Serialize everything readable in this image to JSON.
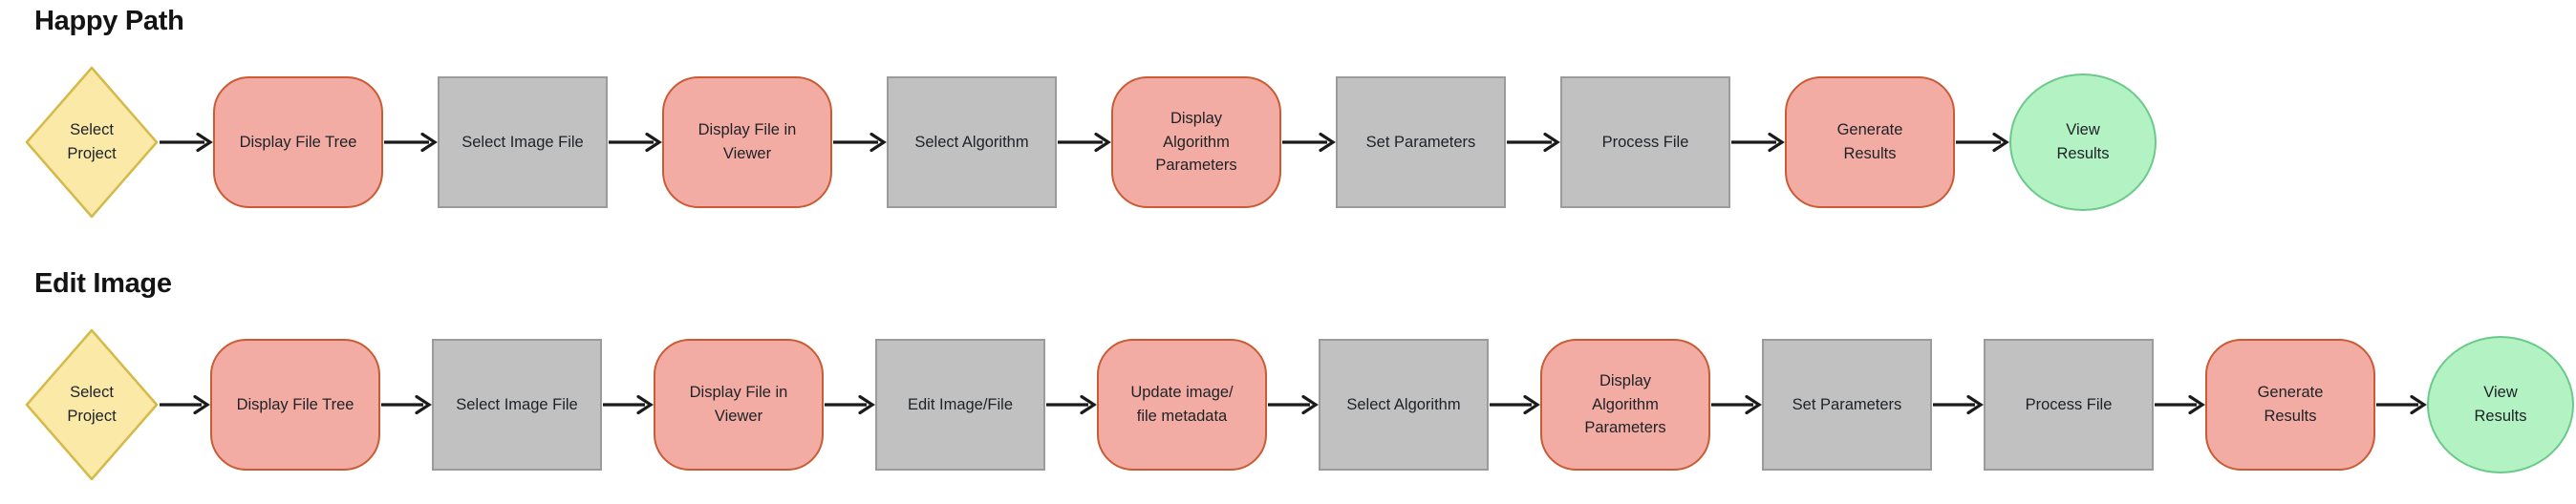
{
  "diagram_type": "flowchart",
  "colors": {
    "background": "#ffffff",
    "title_text": "#141414",
    "node_text": "#1e2227",
    "arrow": "#1a1a1a",
    "yellow_fill": "#fae9a7",
    "yellow_border": "#d4ba4a",
    "red_fill": "#f3aca3",
    "red_border": "#ca5b35",
    "gray_fill": "#c1c1c1",
    "gray_border": "#9b9b9b",
    "green_fill": "#b3f2c3",
    "green_border": "#6cc98b"
  },
  "rows": [
    {
      "title": "Happy Path",
      "nodes": [
        {
          "shape": "diamond",
          "fill": "yellow",
          "label": "Select\nProject"
        },
        {
          "shape": "rounded",
          "fill": "red",
          "label": "Display File Tree"
        },
        {
          "shape": "rect",
          "fill": "gray",
          "label": "Select Image File"
        },
        {
          "shape": "rounded",
          "fill": "red",
          "label": "Display File in\nViewer"
        },
        {
          "shape": "rect",
          "fill": "gray",
          "label": "Select Algorithm"
        },
        {
          "shape": "rounded",
          "fill": "red",
          "label": "Display\nAlgorithm\nParameters"
        },
        {
          "shape": "rect",
          "fill": "gray",
          "label": "Set Parameters"
        },
        {
          "shape": "rect",
          "fill": "gray",
          "label": "Process File"
        },
        {
          "shape": "rounded",
          "fill": "red",
          "label": "Generate\nResults"
        },
        {
          "shape": "circle",
          "fill": "green",
          "label": "View\nResults"
        }
      ]
    },
    {
      "title": "Edit Image",
      "nodes": [
        {
          "shape": "diamond",
          "fill": "yellow",
          "label": "Select\nProject"
        },
        {
          "shape": "rounded",
          "fill": "red",
          "label": "Display File Tree"
        },
        {
          "shape": "rect",
          "fill": "gray",
          "label": "Select Image File"
        },
        {
          "shape": "rounded",
          "fill": "red",
          "label": "Display File in\nViewer"
        },
        {
          "shape": "rect",
          "fill": "gray",
          "label": "Edit Image/File"
        },
        {
          "shape": "rounded",
          "fill": "red",
          "label": "Update image/\nfile metadata"
        },
        {
          "shape": "rect",
          "fill": "gray",
          "label": "Select Algorithm"
        },
        {
          "shape": "rounded",
          "fill": "red",
          "label": "Display\nAlgorithm\nParameters"
        },
        {
          "shape": "rect",
          "fill": "gray",
          "label": "Set Parameters"
        },
        {
          "shape": "rect",
          "fill": "gray",
          "label": "Process File"
        },
        {
          "shape": "rounded",
          "fill": "red",
          "label": "Generate\nResults"
        },
        {
          "shape": "circle",
          "fill": "green",
          "label": "View\nResults"
        }
      ]
    }
  ]
}
